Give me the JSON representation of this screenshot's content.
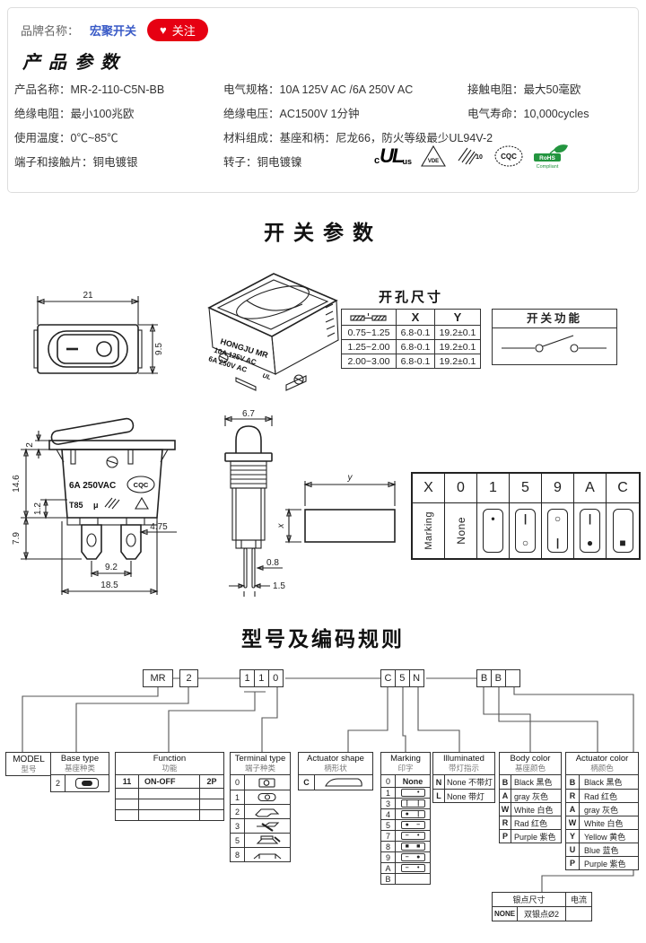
{
  "colors": {
    "accent_red": "#e60012",
    "link_blue": "#3a5bc7",
    "rohs_green": "#23953f"
  },
  "header": {
    "brand_label": "品牌名称：",
    "brand_name": "宏聚开关",
    "heart": "♥",
    "follow": "关注"
  },
  "product": {
    "title": "产品参数",
    "specs": [
      {
        "label": "产品名称：",
        "value": "MR-2-110-C5N-BB"
      },
      {
        "label": "电气规格：",
        "value": "10A  125V  AC /6A 250V  AC"
      },
      {
        "label": "接触电阻：",
        "value": "最大50毫欧"
      },
      {
        "label": "绝缘电阻：",
        "value": "最小100兆欧"
      },
      {
        "label": "绝缘电压：",
        "value": "AC1500V 1分钟"
      },
      {
        "label": "电气寿命：",
        "value": "10,000cycles"
      },
      {
        "label": "使用温度：",
        "value": "0℃~85℃"
      },
      {
        "label": "材料组成：",
        "value": "基座和柄：尼龙66，防火等级最少UL94V-2"
      },
      {
        "label": "端子和接触片：",
        "value": "铜电镀银"
      },
      {
        "label": "转子：",
        "value": "铜电镀镍"
      }
    ],
    "certs": {
      "ul_c": "c",
      "ul": "UL",
      "ul_us": "us",
      "vde": "VDE",
      "enec": "10",
      "cqc": "CQC",
      "rohs_1": "RoHS",
      "rohs_2": "Compliant"
    }
  },
  "switch_section": {
    "title": "开关参数",
    "top_view": {
      "w": "21",
      "h": "9.5"
    },
    "perspective": {
      "l1": "HONGJU MR",
      "l2": "10A 125V AC",
      "l3": "6A 250V AC",
      "ul": "UL"
    },
    "hole": {
      "title": "开孔尺寸",
      "x": "X",
      "y": "Y",
      "r1": [
        "0.75~1.25",
        "6.8-0.1",
        "19.2±0.1"
      ],
      "r2": [
        "1.25~2.00",
        "6.8-0.1",
        "19.2±0.1"
      ],
      "r3": [
        "2.00~3.00",
        "6.8-0.1",
        "19.2±0.1"
      ]
    },
    "func": {
      "title": "开关功能"
    },
    "front": {
      "d_2": "2",
      "d_146": "14.6",
      "d_12": "1.2",
      "d_79": "7.9",
      "d_475": "4.75",
      "d_92": "9.2",
      "d_185": "18.5",
      "amp": "6A 250VAC",
      "cqc": "CQC",
      "t85": "T85",
      "mu": "μ"
    },
    "side": {
      "d_67": "6.7",
      "d_08": "0.8",
      "d_15": "1.5"
    },
    "cutout": {
      "x": "x",
      "y": "y"
    },
    "mark": {
      "h": [
        "X",
        "0",
        "1",
        "5",
        "9",
        "A",
        "C"
      ],
      "label": "Marking",
      "none": "None",
      "icons": [
        {
          "t": "•",
          "b": ""
        },
        {
          "t": "|",
          "b": "○"
        },
        {
          "t": "○",
          "b": "|"
        },
        {
          "t": "|",
          "b": "●"
        },
        {
          "t": "",
          "b": "■"
        }
      ]
    }
  },
  "coding": {
    "title": "型号及编码规则",
    "boxes": {
      "b1": "MR",
      "b2": "2",
      "b3": [
        "1",
        "1",
        "0"
      ],
      "b4": [
        "C",
        "5",
        "N"
      ],
      "b5": [
        "B",
        "B",
        ""
      ]
    },
    "model": {
      "en": "MODEL",
      "zh": "型号"
    },
    "base": {
      "en": "Base type",
      "zh": "基座种类",
      "code": "2"
    },
    "func_t": {
      "en": "Function",
      "zh": "功能",
      "code": "11",
      "desc": "ON-OFF",
      "pole": "2P"
    },
    "terminal": {
      "en": "Terminal type",
      "zh": "端子种类",
      "codes": [
        "0",
        "1",
        "2",
        "3",
        "5",
        "8"
      ]
    },
    "shape": {
      "en": "Actuator shape",
      "zh": "柄形状",
      "code": "C"
    },
    "marking": {
      "en": "Marking",
      "zh": "印字",
      "rows": [
        {
          "c": "0",
          "t": "None"
        },
        {
          "c": "1",
          "l": "",
          "r": "•"
        },
        {
          "c": "3",
          "l": "|",
          "r": "|"
        },
        {
          "c": "4",
          "l": "●",
          "r": "|"
        },
        {
          "c": "5",
          "l": "●",
          "r": "–"
        },
        {
          "c": "7",
          "l": "–",
          "r": "•"
        },
        {
          "c": "8",
          "l": "■",
          "r": "■"
        },
        {
          "c": "9",
          "l": "–",
          "r": "●"
        },
        {
          "c": "A",
          "l": "–",
          "r": "•"
        },
        {
          "c": "B",
          "l": "",
          "r": ""
        }
      ]
    },
    "illum": {
      "en": "Illuminated",
      "zh": "带灯指示",
      "rows": [
        {
          "c": "N",
          "t": "None 不带灯"
        },
        {
          "c": "L",
          "t": "None 带灯"
        }
      ]
    },
    "body_c": {
      "en": "Body color",
      "zh": "基座颜色",
      "rows": [
        {
          "c": "B",
          "t": "Black 黑色"
        },
        {
          "c": "A",
          "t": "gray 灰色"
        },
        {
          "c": "W",
          "t": "White 白色"
        },
        {
          "c": "R",
          "t": "Rad 红色"
        },
        {
          "c": "P",
          "t": "Purple 紫色"
        }
      ]
    },
    "act_c": {
      "en": "Actuator color",
      "zh": "柄颜色",
      "rows": [
        {
          "c": "B",
          "t": "Black 黑色"
        },
        {
          "c": "R",
          "t": "Rad 红色"
        },
        {
          "c": "A",
          "t": "gray 灰色"
        },
        {
          "c": "W",
          "t": "White 白色"
        },
        {
          "c": "Y",
          "t": "Yellow 黄色"
        },
        {
          "c": "U",
          "t": "Blue 蓝色"
        },
        {
          "c": "P",
          "t": "Purple 紫色"
        }
      ]
    },
    "silver": {
      "title": "银点尺寸",
      "cur": "电流",
      "code": "NONE",
      "desc": "双银点Ø2"
    }
  }
}
